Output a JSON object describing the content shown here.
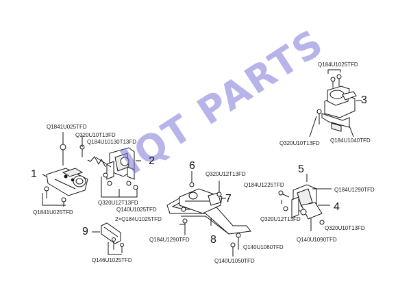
{
  "watermark": "IQT PARTS",
  "callouts": [
    "1",
    "2",
    "3",
    "4",
    "5",
    "6",
    "7",
    "8",
    "9"
  ],
  "part_labels": {
    "p1_top": "Q1841U025TFD",
    "p1_bottom": "Q1841U025TFD",
    "p2_a": "Q320U10T13FD",
    "p2_b": "Q184U10130T13FD",
    "p2_c": "Q320U12T13FD",
    "p3_top": "Q184U1025TFD",
    "p3_left": "Q320U10T13FD",
    "p3_right": "Q184U1040TFD",
    "p45_a": "Q184U1225TFD",
    "p45_b": "Q184U1290TFD",
    "p45_c": "Q320U12T13FD",
    "p45_d": "Q320U10T13FD",
    "p45_e": "Q140U1090TFD",
    "p67_a": "Q320U12T13FD",
    "p8_a": "Q140U1025TFD",
    "p8_b": "2×Q184U1025TFD",
    "p8_c": "Q184U1290TFD",
    "p8_d": "Q140U1060TFD",
    "p8_e": "Q140U1050TFD",
    "p9_a": "Q146U1025TFD"
  }
}
